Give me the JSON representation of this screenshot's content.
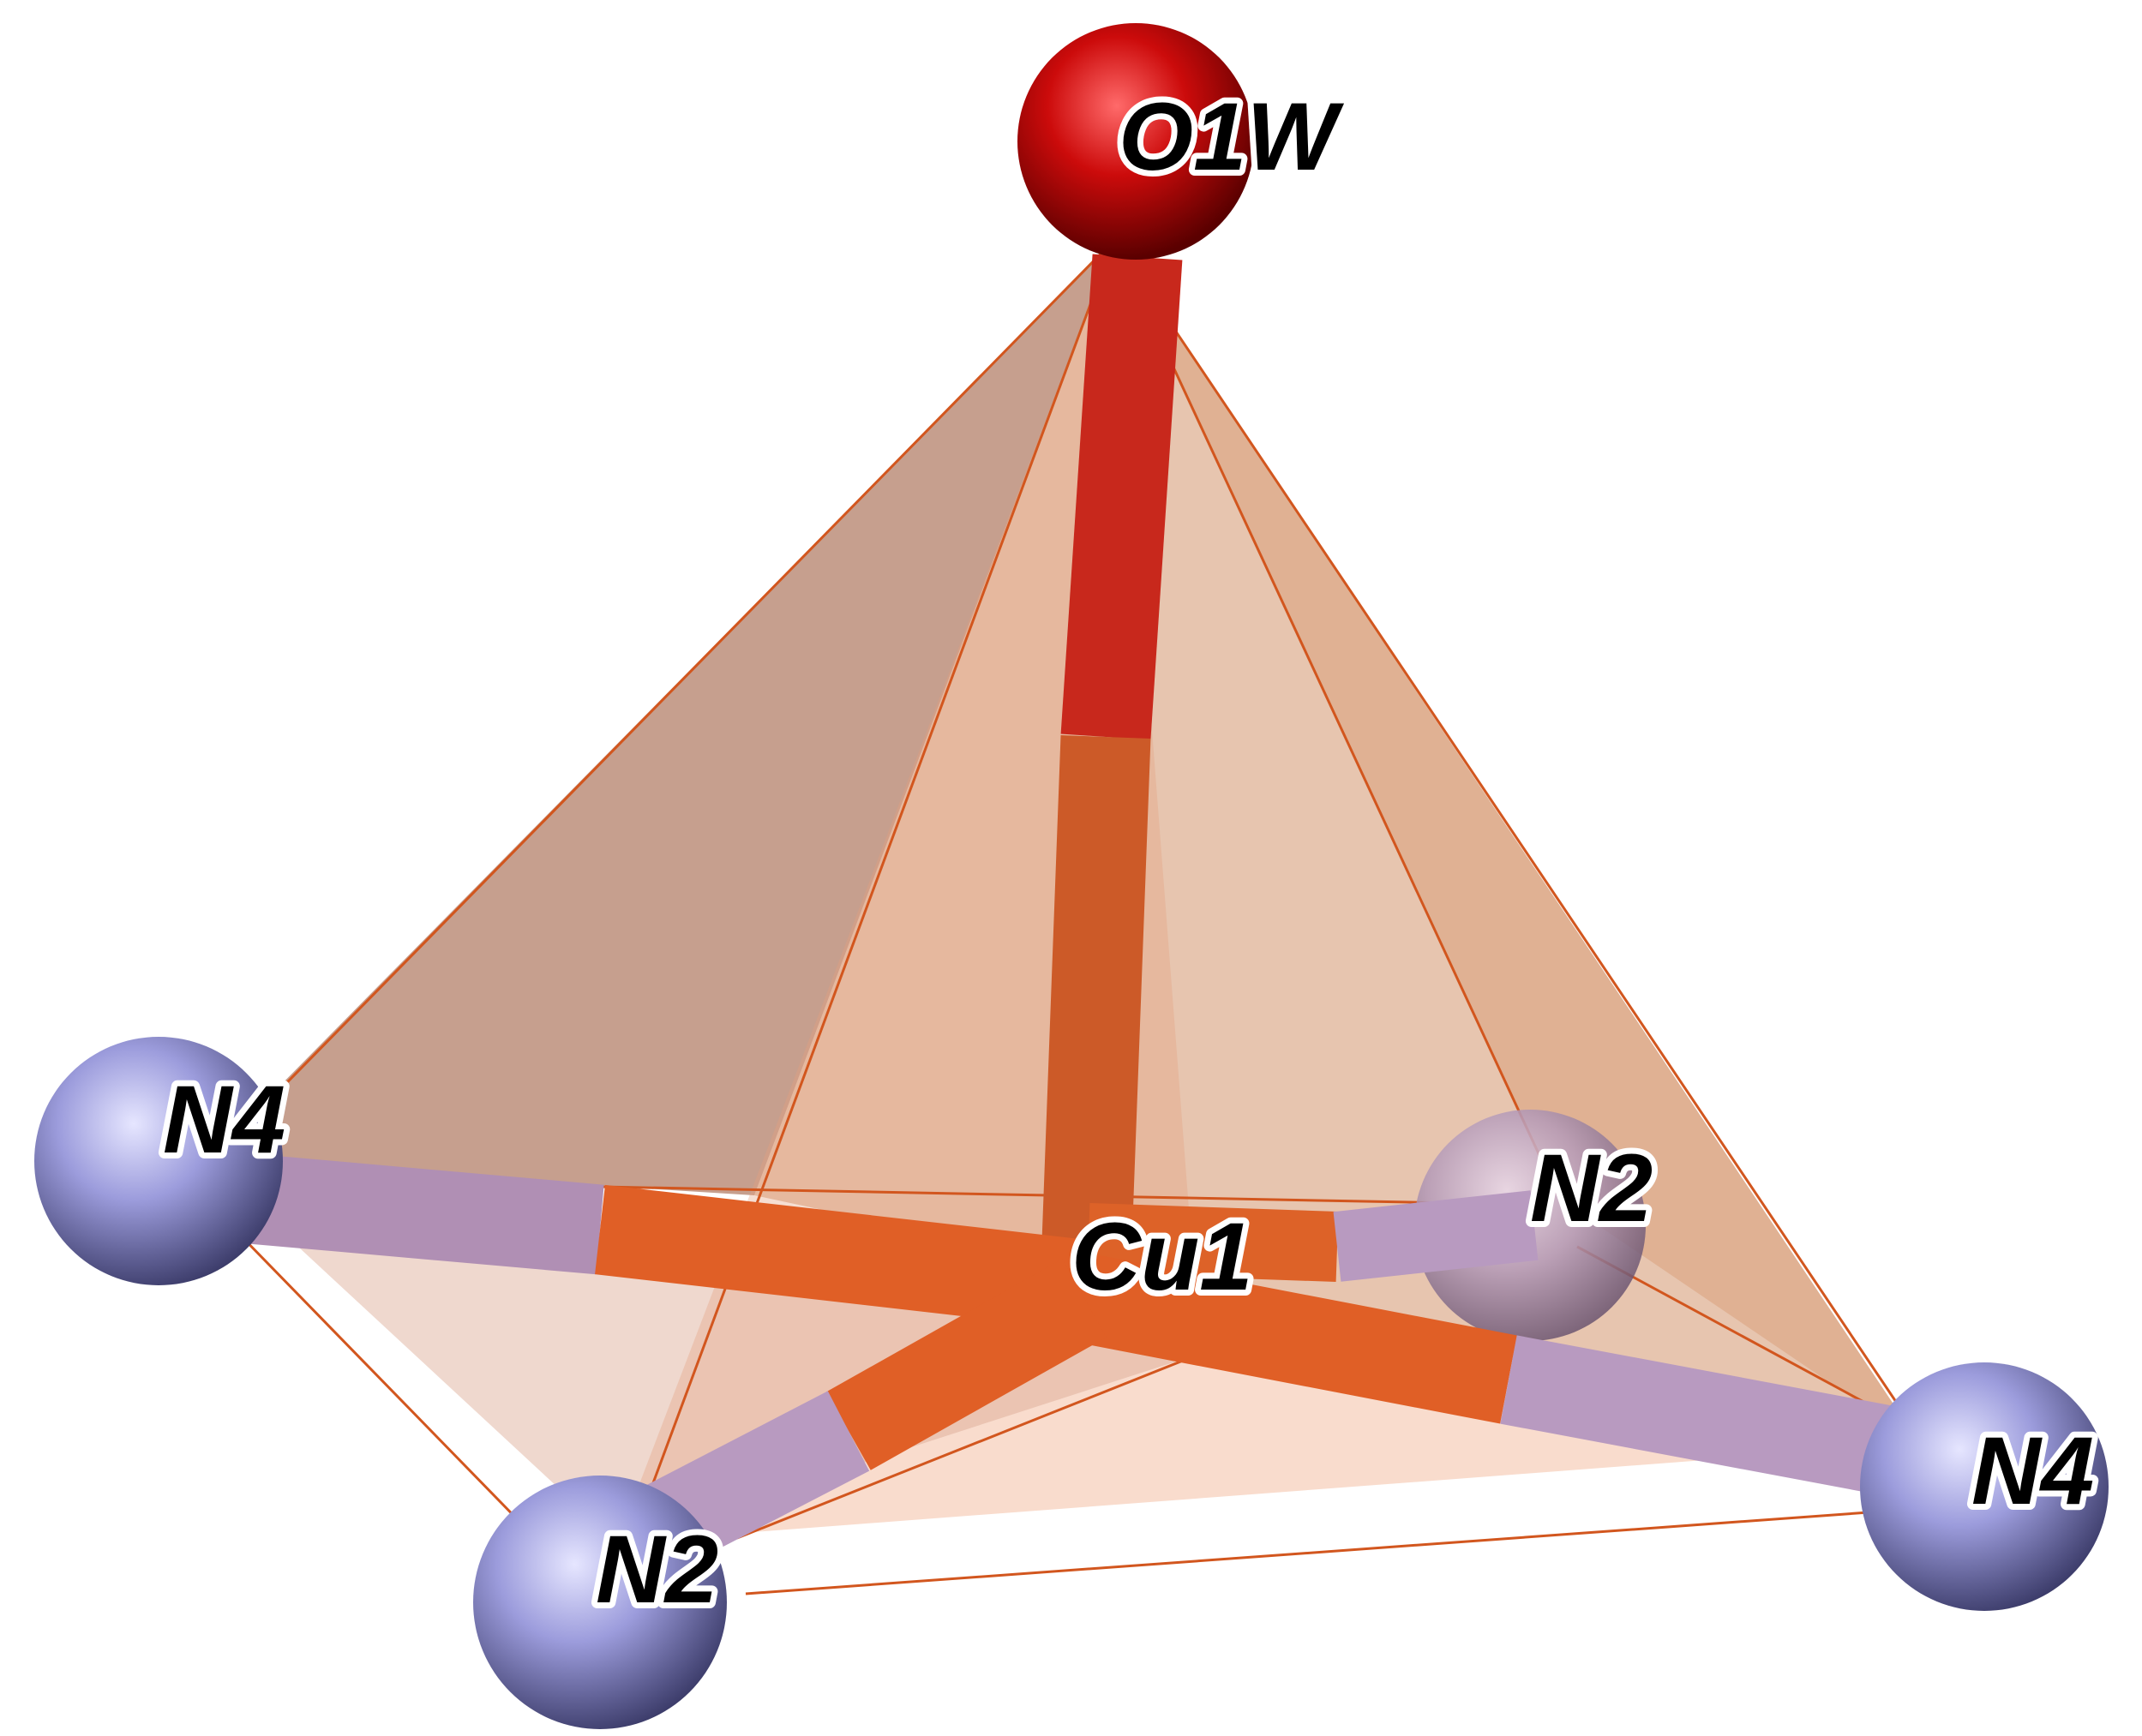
{
  "labels": {
    "o1w": "O1W",
    "cu1": "Cu1",
    "n4_left": "N4",
    "n4_right": "N4",
    "n2_front": "N2",
    "n2_back": "N2"
  },
  "colors": {
    "oxygen": "#c00000",
    "nitrogen": "#9a9ad8",
    "copper_bond": "#d9582a",
    "oxygen_bond": "#c8281c",
    "nitrogen_bond": "#b89ac0",
    "polyhedron_face": "#d98a5a",
    "polyhedron_edge": "#d2561e"
  }
}
